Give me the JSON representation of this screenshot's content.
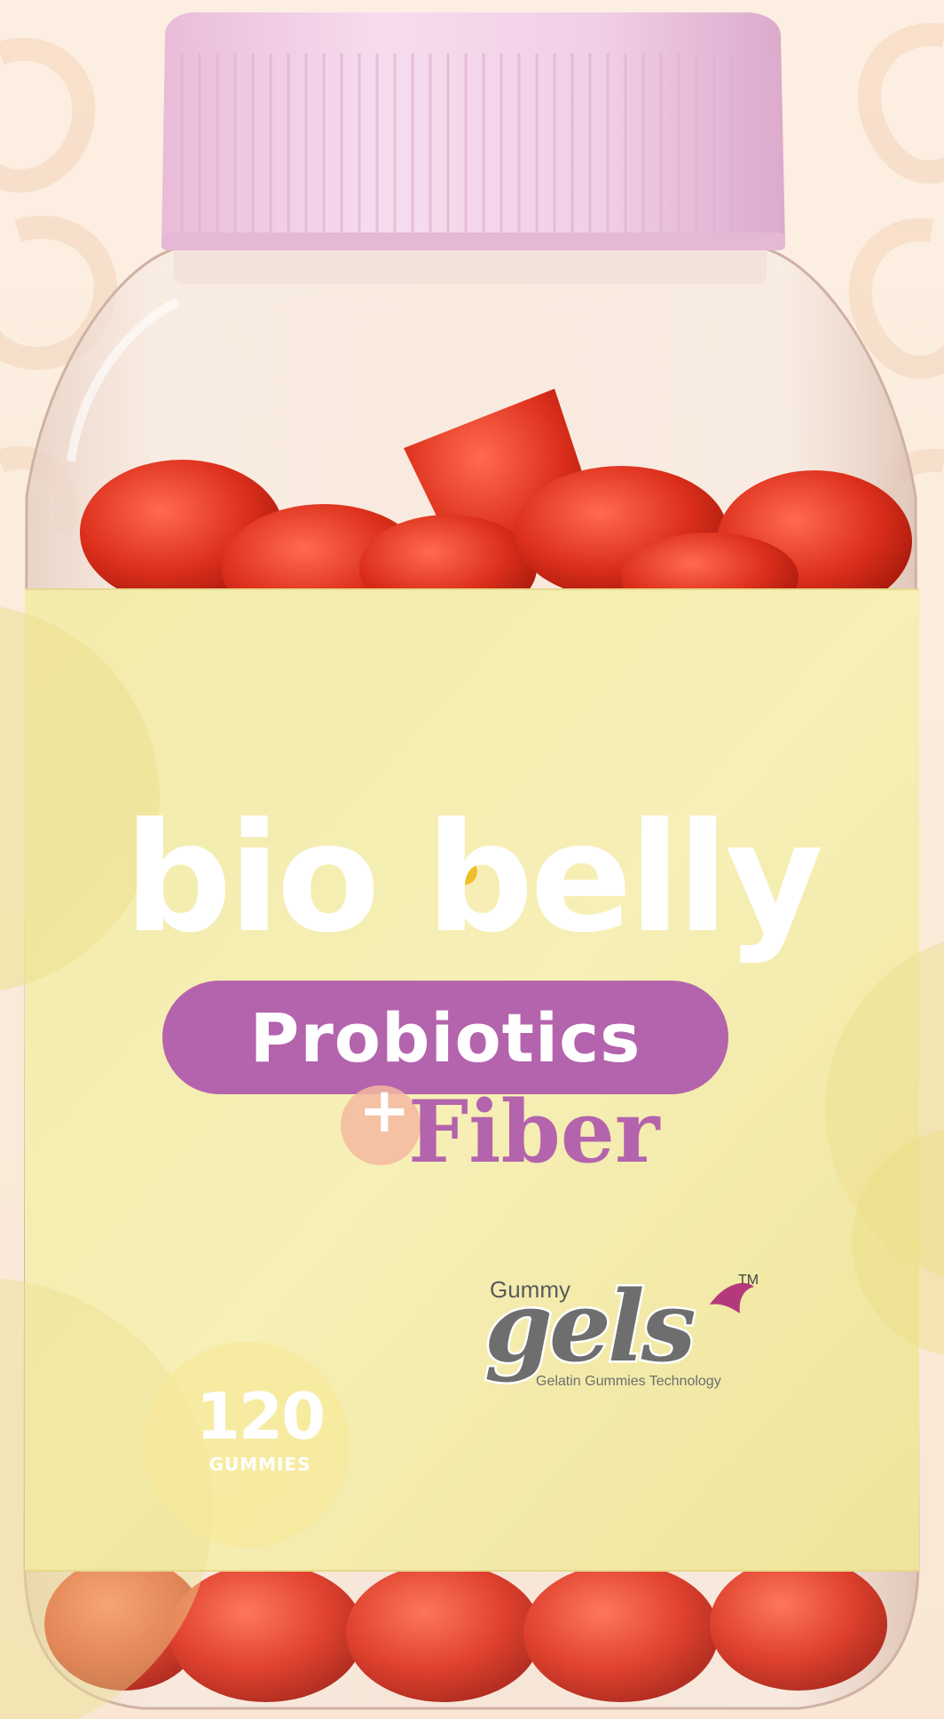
{
  "product": {
    "brand_name": "bio belly",
    "product_line": "Probiotics",
    "plus_sign": "+",
    "secondary_ingredient": "Fiber",
    "count_number": "120",
    "count_unit": "GUMMIES"
  },
  "badge": {
    "gummy_text": "Gummy",
    "gels_text": "gels",
    "trademark": "TM",
    "tagline": "Gelatin Gummies Technology"
  },
  "colors": {
    "background": "#fbeadb",
    "cap": "#f3d3ea",
    "label": "#f5eead",
    "accent_purple": "#b463ad",
    "accent_yellow_dot": "#f0be2a",
    "gummies": "#d92d1a"
  }
}
